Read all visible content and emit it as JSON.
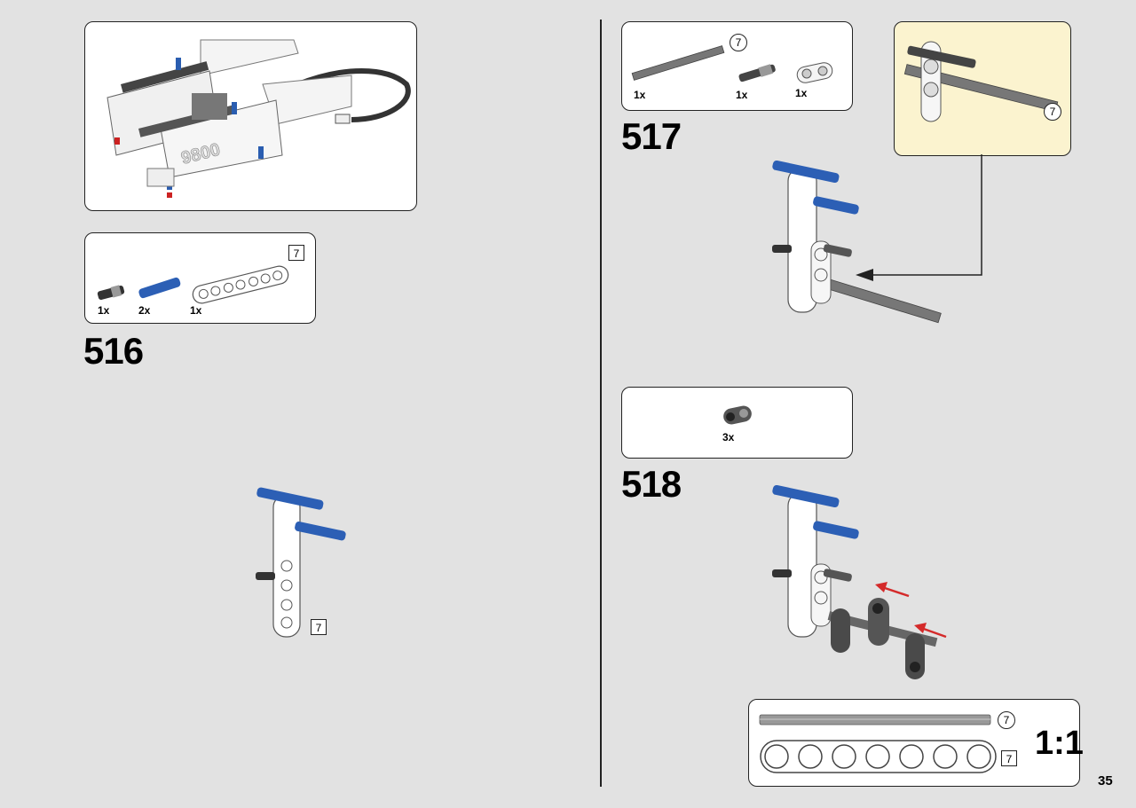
{
  "left_page": {
    "step_516": {
      "number": "516",
      "parts": [
        {
          "qty": "1x",
          "part": "black-axle-pin-icon"
        },
        {
          "qty": "2x",
          "part": "blue-pin-icon"
        },
        {
          "qty": "1x",
          "part": "white-beam-7-icon"
        }
      ],
      "parts_length_label": "7",
      "model_length_label": "7"
    },
    "subassembly_label": "9800"
  },
  "right_page": {
    "step_517": {
      "number": "517",
      "parts": [
        {
          "qty": "1x",
          "part": "axle-7-icon"
        },
        {
          "qty": "1x",
          "part": "axle-pin-icon"
        },
        {
          "qty": "1x",
          "part": "cross-block-icon"
        }
      ],
      "parts_length_label": "7",
      "callout_length_label": "7"
    },
    "step_518": {
      "number": "518",
      "parts": [
        {
          "qty": "3x",
          "part": "cross-block-dark-icon"
        }
      ]
    },
    "scale_ruler": {
      "axle_length_label": "7",
      "beam_length_label": "7",
      "scale_label": "1:1"
    },
    "page_number": "35"
  }
}
